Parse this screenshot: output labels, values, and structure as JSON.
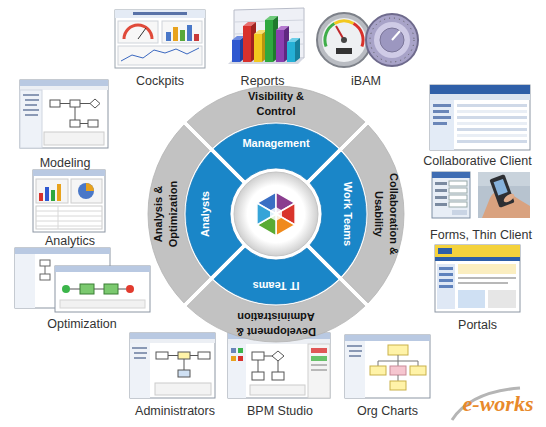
{
  "diagram": {
    "nodes": [
      {
        "text": [
          "Cockpits"
        ]
      },
      {
        "text": [
          "Reports"
        ]
      },
      {
        "text": [
          "iBAM"
        ]
      },
      {
        "text": [
          "Modeling"
        ]
      },
      {
        "text": [
          "Visibility & Control"
        ]
      },
      {
        "text": [
          "Management"
        ]
      },
      {
        "text": [
          "Collaborative Client"
        ]
      },
      {
        "text": [
          "Analysis & Optimization"
        ]
      },
      {
        "text": [
          "Analysts"
        ]
      },
      {
        "text": [
          "Work Teams"
        ]
      },
      {
        "text": [
          "Collaboration & Usability"
        ]
      },
      {
        "text": [
          "Analytics"
        ]
      },
      {
        "text": [
          "Forms, Thin Client"
        ]
      },
      {
        "text": [
          "IT Teams"
        ]
      },
      {
        "text": [
          "Development & Administration"
        ]
      },
      {
        "text": [
          "Optimization"
        ]
      },
      {
        "text": [
          "Portals"
        ]
      },
      {
        "text": [
          "Administrators"
        ]
      },
      {
        "text": [
          "BPM Studio"
        ]
      },
      {
        "text": [
          "Org Charts"
        ]
      }
    ],
    "labels": [
      "e-works"
    ]
  }
}
